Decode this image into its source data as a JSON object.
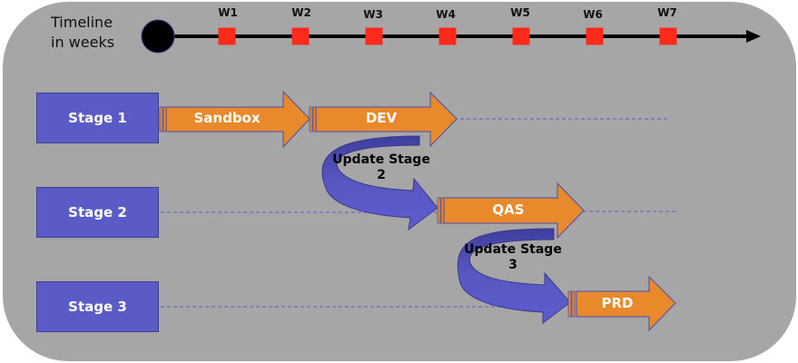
{
  "timeline": {
    "label_line1": "Timeline",
    "label_line2": "in weeks",
    "weeks": [
      "W1",
      "W2",
      "W3",
      "W4",
      "W5",
      "W6",
      "W7"
    ]
  },
  "stages": [
    {
      "label": "Stage 1"
    },
    {
      "label": "Stage 2"
    },
    {
      "label": "Stage 3"
    }
  ],
  "environments": [
    {
      "label": "Sandbox",
      "stage": 1
    },
    {
      "label": "DEV",
      "stage": 1
    },
    {
      "label": "QAS",
      "stage": 2
    },
    {
      "label": "PRD",
      "stage": 3
    }
  ],
  "transitions": [
    {
      "line1": "Update Stage",
      "line2": "2"
    },
    {
      "line1": "Update Stage",
      "line2": "3"
    }
  ],
  "colors": {
    "background": "#a6a6a6",
    "stage_fill": "#5b5bc7",
    "env_arrow_fill": "#e8892b",
    "week_marker": "#ff2a1a",
    "timeline": "#000000"
  }
}
